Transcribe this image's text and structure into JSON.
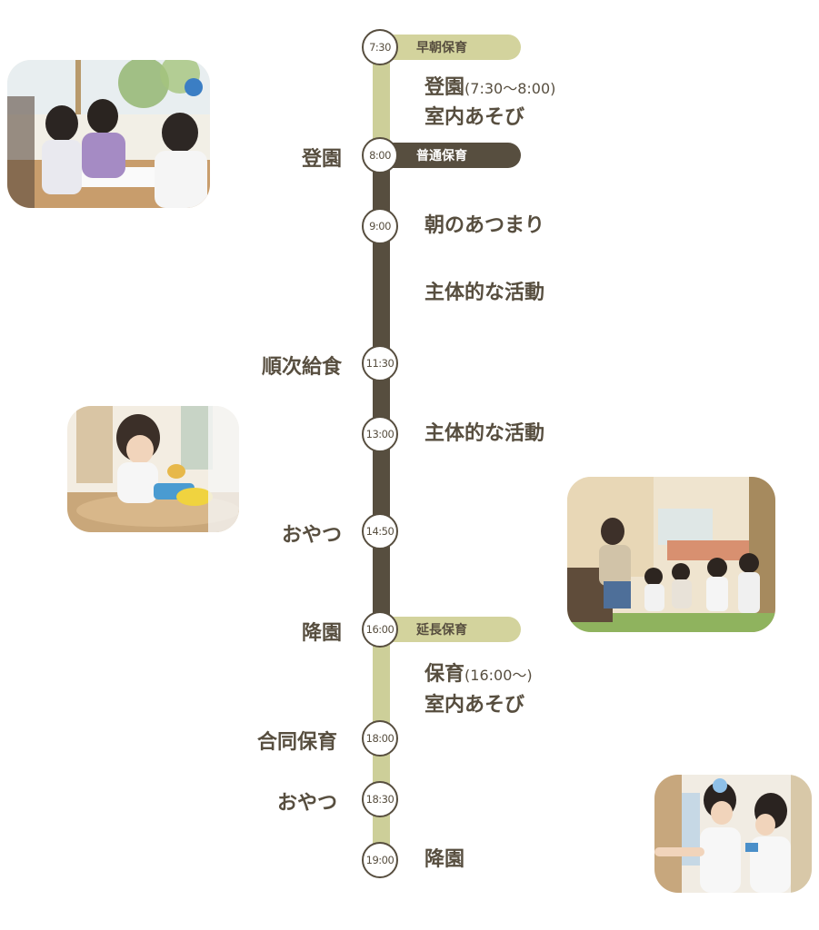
{
  "timeline": {
    "nodes": [
      "7:30",
      "8:00",
      "9:00",
      "11:30",
      "13:00",
      "14:50",
      "16:00",
      "18:00",
      "18:30",
      "19:00"
    ],
    "pills": {
      "early": "早朝保育",
      "normal": "普通保育",
      "extended": "延長保育"
    },
    "right_items": {
      "arrival_line": "登園",
      "arrival_time": "(7:30〜8:00)",
      "indoor_play_1": "室内あそび",
      "morning_gathering": "朝のあつまり",
      "activity_1": "主体的な活動",
      "activity_2": "主体的な活動",
      "care_line": "保育",
      "care_time": "(16:00〜)",
      "indoor_play_2": "室内あそび",
      "departure_final": "降園"
    },
    "left_items": {
      "arrival": "登園",
      "lunch": "順次給食",
      "snack_1": "おやつ",
      "departure": "降園",
      "joint_care": "合同保育",
      "snack_2": "おやつ"
    }
  },
  "colors": {
    "dark": "#574e3f",
    "light": "#cdcf99"
  },
  "photos": [
    "children-drawing-photo",
    "child-eating-photo",
    "children-reading-photo",
    "children-playing-photo"
  ]
}
